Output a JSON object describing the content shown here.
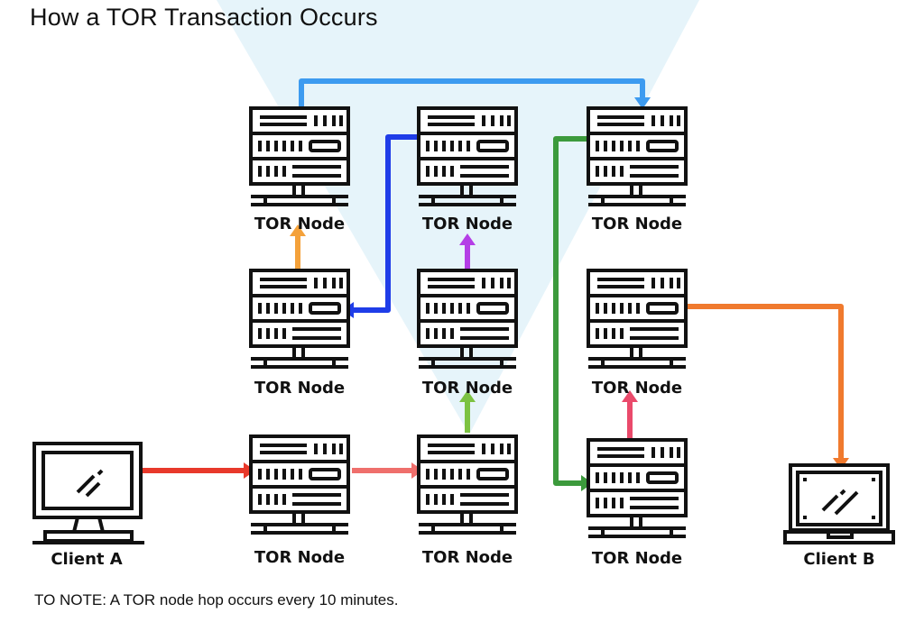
{
  "title": "How a TOR Transaction Occurs",
  "note": "TO NOTE: A TOR node hop occurs every 10 minutes.",
  "colors": {
    "background_funnel": "#e6f4fa",
    "icon_stroke": "#111111"
  },
  "clients": [
    {
      "id": "client-a",
      "label": "Client A",
      "icon": "desktop-monitor-icon"
    },
    {
      "id": "client-b",
      "label": "Client B",
      "icon": "laptop-icon"
    }
  ],
  "nodes": [
    {
      "id": "n1",
      "label": "TOR Node",
      "icon": "server-icon"
    },
    {
      "id": "n2",
      "label": "TOR Node",
      "icon": "server-icon"
    },
    {
      "id": "n3",
      "label": "TOR Node",
      "icon": "server-icon"
    },
    {
      "id": "n4",
      "label": "TOR Node",
      "icon": "server-icon"
    },
    {
      "id": "n5",
      "label": "TOR Node",
      "icon": "server-icon"
    },
    {
      "id": "n6",
      "label": "TOR Node",
      "icon": "server-icon"
    },
    {
      "id": "n7",
      "label": "TOR Node",
      "icon": "server-icon"
    },
    {
      "id": "n8",
      "label": "TOR Node",
      "icon": "server-icon"
    },
    {
      "id": "n9",
      "label": "TOR Node",
      "icon": "server-icon"
    }
  ],
  "edges": [
    {
      "from": "client-a",
      "to": "n7",
      "color": "#e8392b"
    },
    {
      "from": "n7",
      "to": "n8",
      "color": "#ef6f6c"
    },
    {
      "from": "n8",
      "to": "n5",
      "color": "#7cc242"
    },
    {
      "from": "n5",
      "to": "n2",
      "color": "#b43ee6"
    },
    {
      "from": "n2",
      "to": "n4",
      "color": "#1f3de8"
    },
    {
      "from": "n4",
      "to": "n1",
      "color": "#f4a13a"
    },
    {
      "from": "n1",
      "to": "n3",
      "color": "#3d9bf0"
    },
    {
      "from": "n3",
      "to": "n9",
      "color": "#3c9a3c"
    },
    {
      "from": "n9",
      "to": "n6",
      "color": "#ea4a6b"
    },
    {
      "from": "n6",
      "to": "client-b",
      "color": "#f07a2e"
    }
  ]
}
